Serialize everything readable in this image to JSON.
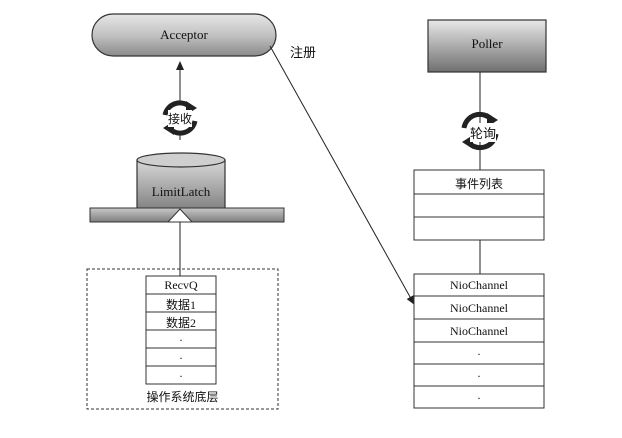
{
  "nodes": {
    "acceptor": "Acceptor",
    "poller": "Poller",
    "limitlatch": "LimitLatch"
  },
  "edges": {
    "register": "注册",
    "receive": "接收",
    "poll": "轮询"
  },
  "recv_queue": {
    "rows": [
      "RecvQ",
      "数据1",
      "数据2",
      ".",
      ".",
      "."
    ],
    "caption": "操作系统底层"
  },
  "event_list": {
    "header": "事件列表",
    "rows": [
      "NioChannel",
      "NioChannel",
      "NioChannel",
      ".",
      ".",
      "."
    ]
  }
}
